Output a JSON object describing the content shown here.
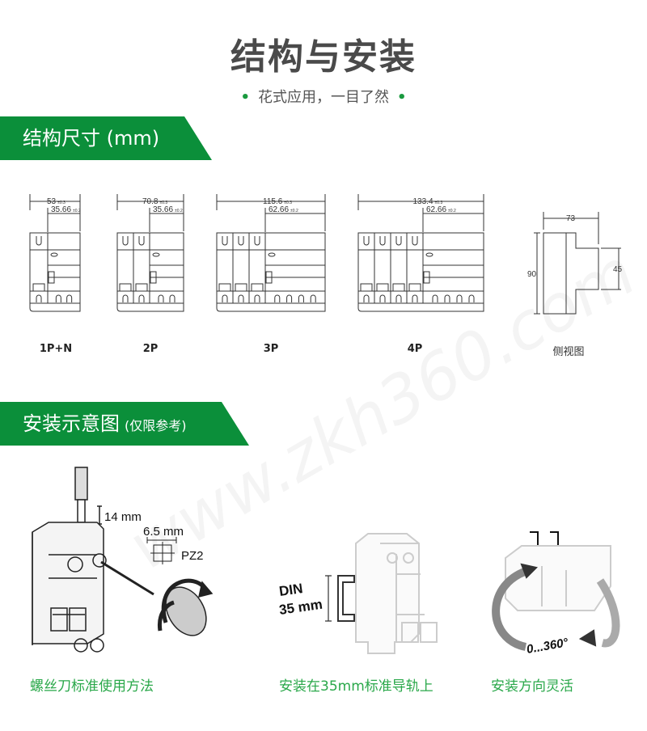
{
  "header": {
    "title": "结构与安装",
    "subtitle": "花式应用，一目了然"
  },
  "section_dimensions": {
    "banner": "结构尺寸 (mm)",
    "drawings": [
      {
        "label": "1P+N",
        "poles": 1,
        "total_width": "53",
        "total_tol": "±0.3",
        "module_width": "35.66",
        "module_tol": "±0.2"
      },
      {
        "label": "2P",
        "poles": 2,
        "total_width": "70.8",
        "total_tol": "±0.3",
        "module_width": "35.66",
        "module_tol": "±0.2"
      },
      {
        "label": "3P",
        "poles": 3,
        "total_width": "115.6",
        "total_tol": "±0.3",
        "module_width": "62.66",
        "module_tol": "±0.2"
      },
      {
        "label": "4P",
        "poles": 4,
        "total_width": "133.4",
        "total_tol": "±0.3",
        "module_width": "62.66",
        "module_tol": "±0.2"
      }
    ],
    "side_view": {
      "label": "侧视图",
      "depth": "73",
      "height": "90",
      "front_height": "45"
    }
  },
  "section_installation": {
    "banner": "安装示意图",
    "banner_note": "(仅限参考)",
    "items": [
      {
        "caption": "螺丝刀标准使用方法",
        "strip_length": "14 mm",
        "bit_size": "6.5 mm",
        "bit_type": "PZ2"
      },
      {
        "caption": "安装在35mm标准导轨上",
        "rail_label": "DIN",
        "rail_size": "35 mm"
      },
      {
        "caption": "安装方向灵活",
        "rotation": "0...360°"
      }
    ]
  },
  "watermark": "www.zkh360.com",
  "colors": {
    "brand_green": "#0b8f3a",
    "caption_green": "#2aa84a",
    "title_gray": "#4a4a4a"
  }
}
